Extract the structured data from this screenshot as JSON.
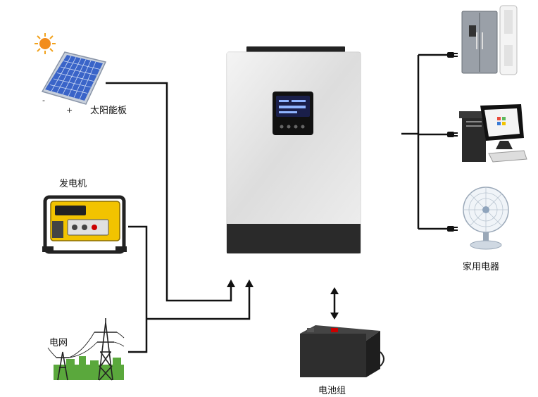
{
  "labels": {
    "solar_panel": "太阳能板",
    "generator": "发电机",
    "grid": "电网",
    "battery": "电池组",
    "home_appliances": "家用电器"
  },
  "solar_terminals": {
    "negative": "-",
    "positive": "+"
  },
  "colors": {
    "line": "#111111",
    "inverter_body": "#e4e4e4",
    "inverter_base": "#2a2a2a",
    "lcd": "#1a1f4a",
    "generator": "#f2c300",
    "solar_cell": "#3a64c8",
    "sun": "#f28c1c",
    "battery": "#2e2e2e"
  },
  "icons": [
    "sun-icon",
    "solar-panel-icon",
    "generator-icon",
    "power-tower-icon",
    "inverter-icon",
    "battery-icon",
    "refrigerator-icon",
    "computer-icon",
    "fan-icon",
    "plug-icon"
  ]
}
